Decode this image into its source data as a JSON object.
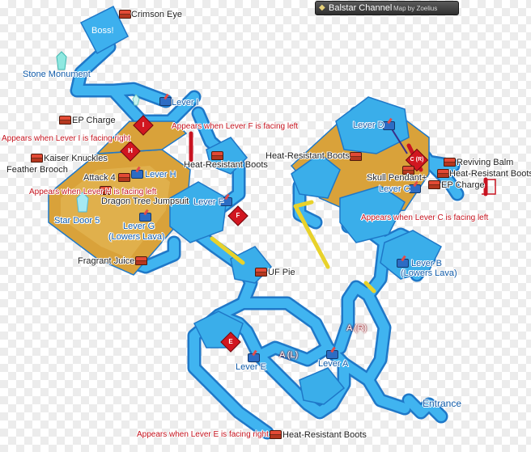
{
  "header": {
    "title": "Balstar Channel",
    "credit": "Map by Zoelius",
    "icon": "location-icon"
  },
  "colors": {
    "corridor": "#38a8e8",
    "corridor_edge": "#1f78c8",
    "lava": "#d9a23a",
    "marker_red": "#d11620",
    "note_red": "#c4121d",
    "lever_blue": "#2c6cc4",
    "chest": "#b5371f",
    "connector_yellow": "#e8d22a"
  },
  "labels": {
    "crimson_eye": "Crimson Eye",
    "boss": "Boss!",
    "stone_monument": "Stone Monument",
    "lever_i": "Lever I",
    "ep_charge_left": "EP Charge",
    "note_lever_i": "Appears when Lever I is facing right",
    "note_lever_f": "Appears when Lever F is facing left",
    "kaiser_knuckles": "Kaiser Knuckles",
    "feather_brooch": "Feather Brooch",
    "heat_resistant_boots_mid": "Heat-Resistant Boots",
    "heat_resistant_boots_upper": "Heat-Resistant Boots",
    "attack_4": "Attack 4",
    "lever_h": "Lever H",
    "note_lever_h": "Appears when Lever H is facing left",
    "dragon_tree_jumpsuit": "Dragon Tree Jumpsuit",
    "star_door_5": "Star Door 5",
    "lever_f": "Lever F",
    "lever_g": "Lever G",
    "lever_g_note": "(Lowers Lava)",
    "fragrant_juice": "Fragrant Juice",
    "uf_pie": "UF Pie",
    "lever_d": "Lever D",
    "reviving_balm": "Reviving Balm",
    "skull_pendant": "Skull Pendant+",
    "heat_resistant_boots_right": "Heat-Resistant Boots",
    "lever_c": "Lever C",
    "ep_charge_right": "EP Charge",
    "note_lever_c": "Appears when Lever C is facing left",
    "lever_b": "Lever B",
    "lever_b_note": "(Lowers Lava)",
    "a_r": "A (R)",
    "a_l": "A (L)",
    "lever_e": "Lever E",
    "lever_a": "Lever A",
    "entrance": "Entrance",
    "note_lever_e": "Appears when Lever E is facing right",
    "heat_resistant_boots_bottom": "Heat-Resistant Boots"
  },
  "markers": {
    "i": "I",
    "h": "H",
    "f": "F",
    "c_r": "C (R)",
    "e": "E"
  }
}
